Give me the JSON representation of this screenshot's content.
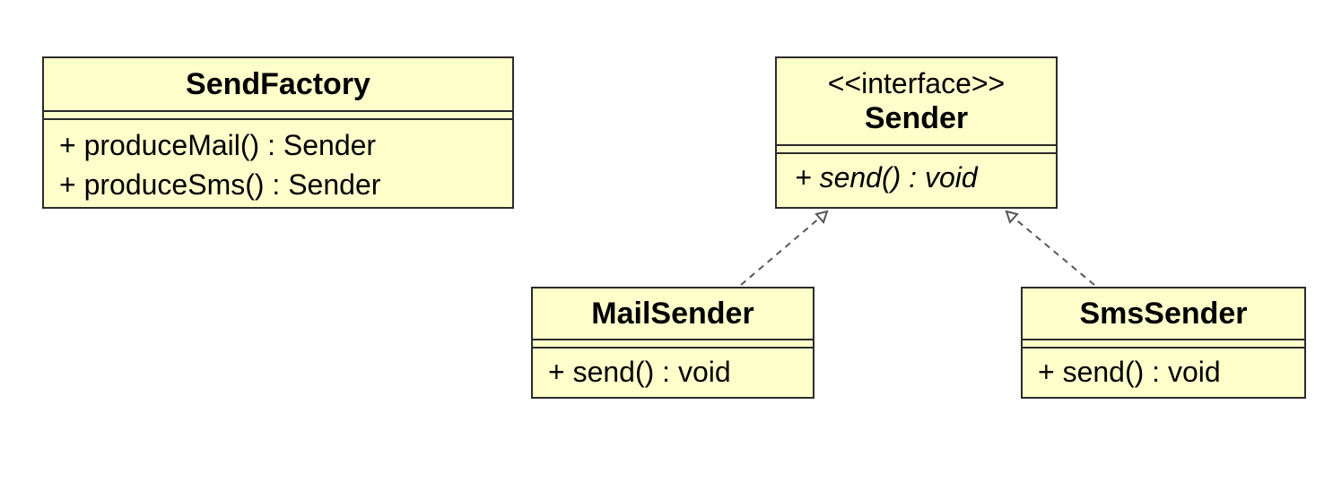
{
  "classes": {
    "send_factory": {
      "name": "SendFactory",
      "operations": [
        "+ produceMail() : Sender",
        "+ produceSms() : Sender"
      ]
    },
    "sender": {
      "stereotype": "<<interface>>",
      "name": "Sender",
      "operations": [
        "+ send() : void"
      ]
    },
    "mail_sender": {
      "name": "MailSender",
      "operations": [
        "+ send() : void"
      ]
    },
    "sms_sender": {
      "name": "SmsSender",
      "operations": [
        "+ send() : void"
      ]
    }
  },
  "relationships": [
    {
      "type": "realization",
      "from": "MailSender",
      "to": "Sender"
    },
    {
      "type": "realization",
      "from": "SmsSender",
      "to": "Sender"
    }
  ],
  "colors": {
    "class_fill": "#fefecb",
    "border": "#2b2b2b",
    "relationship_line": "#555555"
  }
}
